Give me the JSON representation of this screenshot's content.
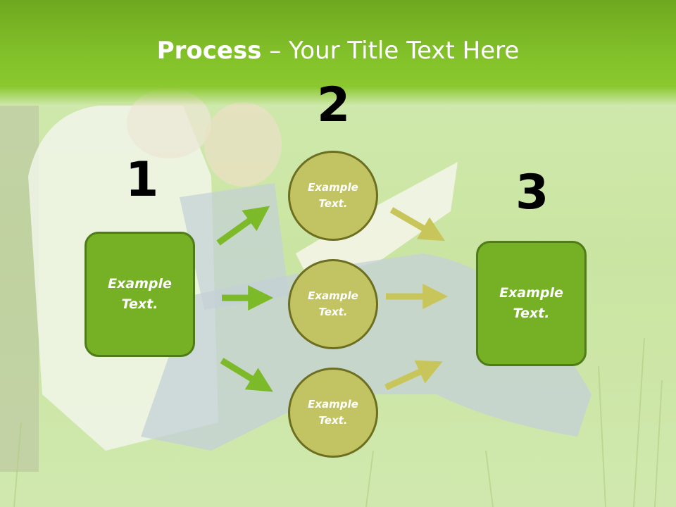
{
  "slide": {
    "title_bold": "Process",
    "title_rest": " – Your Title Text Here",
    "numbers": [
      "1",
      "2",
      "3"
    ],
    "left_box": "Example\nText.",
    "right_box": "Example\nText.",
    "circles": [
      "Example\nText.",
      "Example\nText.",
      "Example\nText."
    ]
  },
  "colors": {
    "header_green": "#84c22a",
    "box_green": "#75b025",
    "box_border": "#4f7c18",
    "circle_fill": "#c2c362",
    "circle_border": "#6c6f20",
    "arrow_green": "#7dba2a",
    "arrow_olive": "#c8c65a"
  },
  "background": {
    "description_icon": "grass-reading-photo"
  }
}
